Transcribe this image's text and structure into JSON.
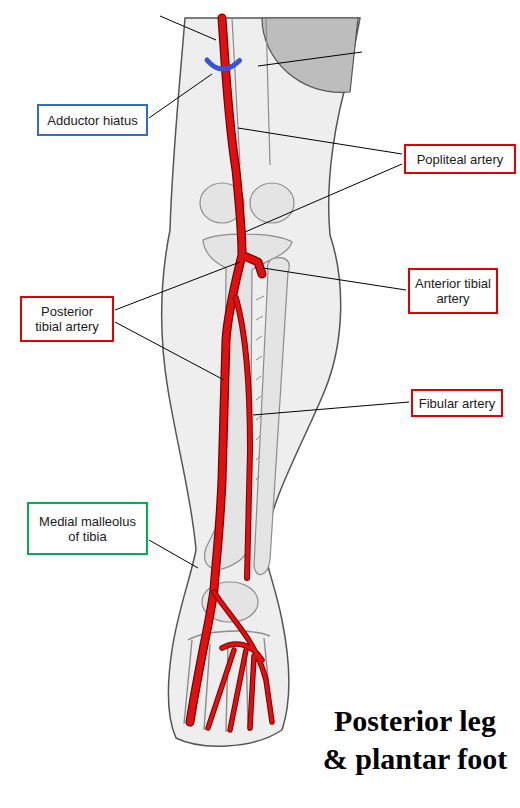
{
  "diagram": {
    "caption": "Posterior leg & plantar foot",
    "nodes": [
      {
        "text": [
          "Adductor hiatus"
        ]
      },
      {
        "text": [
          "Popliteal artery"
        ]
      },
      {
        "text": [
          "Anterior tibial artery"
        ]
      },
      {
        "text": [
          "Posterior tibial artery"
        ]
      },
      {
        "text": [
          "Fibular artery"
        ]
      },
      {
        "text": [
          "Medial malleolus of tibia"
        ]
      }
    ]
  }
}
